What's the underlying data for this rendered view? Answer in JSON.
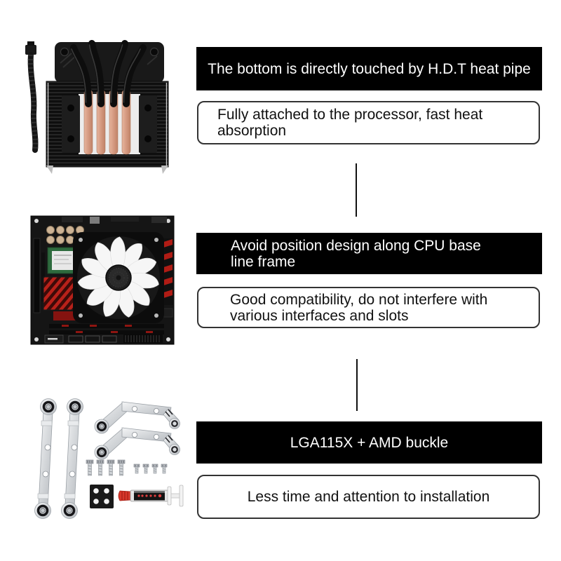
{
  "page": {
    "background": "#ffffff"
  },
  "colors": {
    "banner_bg": "#000000",
    "banner_text": "#ffffff",
    "note_border": "#333333",
    "note_text": "#111111",
    "connector_line": "#111111",
    "heatpipe_copper": "#d59a81",
    "pcb_red": "#b8211a",
    "fan_blade_white": "#f6f6f6",
    "thermal_paste_cap_red": "#d8372b"
  },
  "sections": {
    "heatpipe": {
      "image": "cpu-cooler-photo",
      "banner": "The bottom is directly touched by H.D.T heat pipe",
      "note": "Fully attached to the processor, fast heat\nabsorption"
    },
    "layout": {
      "image": "motherboard-with-fan-photo",
      "banner": "Avoid position design along CPU base\nline frame",
      "note": "Good compatibility, do not interfere with\nvarious interfaces and slots"
    },
    "mounting": {
      "image": "mounting-kit-photo",
      "banner": "LGA115X + AMD buckle",
      "note": "Less time and attention to installation"
    }
  }
}
